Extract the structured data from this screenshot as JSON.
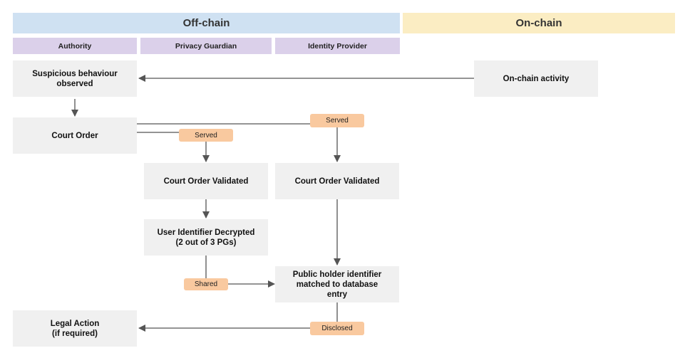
{
  "lanes": {
    "offchain": "Off-chain",
    "onchain": "On-chain"
  },
  "roles": {
    "authority": "Authority",
    "privacy_guardian": "Privacy Guardian",
    "identity_provider": "Identity Provider"
  },
  "nodes": {
    "suspicious": "Suspicious behaviour\nobserved",
    "onchain_activity": "On-chain activity",
    "court_order": "Court Order",
    "pg_validated": "Court Order Validated",
    "idp_validated": "Court Order Validated",
    "user_identifier": "User Identifier Decrypted\n(2 out of 3 PGs)",
    "public_holder": "Public holder identifier\nmatched to database\nentry",
    "legal_action": "Legal Action\n(if required)"
  },
  "tags": {
    "served_pg": "Served",
    "served_idp": "Served",
    "shared": "Shared",
    "disclosed": "Disclosed"
  },
  "colors": {
    "offchain_header": "#cfe1f2",
    "onchain_header": "#fbedc3",
    "role_header": "#dbd0ea",
    "node": "#f0f0f0",
    "tag": "#f9c99f",
    "connector": "#555555"
  }
}
